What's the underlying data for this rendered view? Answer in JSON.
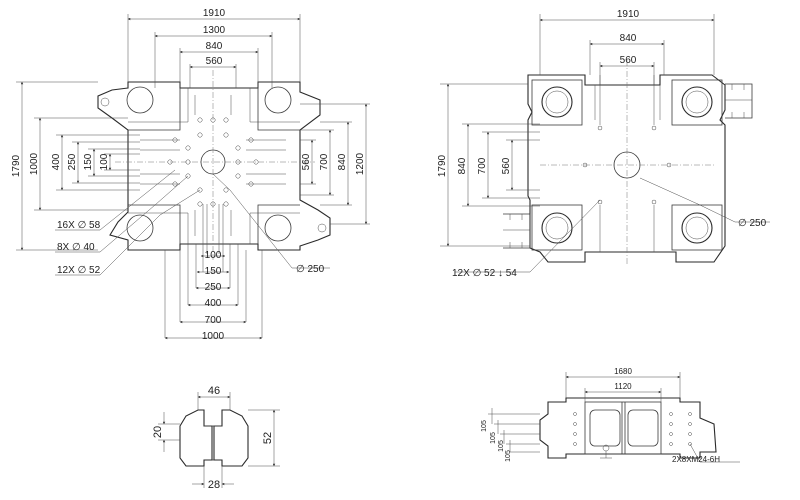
{
  "front_view": {
    "top": [
      "1910",
      "1300",
      "840",
      "560"
    ],
    "left": [
      "1790",
      "1000",
      "400",
      "250",
      "150",
      "100"
    ],
    "right": [
      "560",
      "700",
      "840",
      "1200"
    ],
    "bottom": [
      "100",
      "150",
      "250",
      "400",
      "700",
      "1000"
    ],
    "callouts": [
      "16X ∅ 58",
      "8X ∅ 40",
      "12X ∅ 52",
      "∅ 250"
    ]
  },
  "rear_view": {
    "top": [
      "1910",
      "840",
      "560"
    ],
    "left": [
      "1790",
      "840",
      "700",
      "560"
    ],
    "callouts": [
      "∅ 250",
      "12X ∅ 52 ↓ 54"
    ]
  },
  "slot_detail": {
    "dims": [
      "46",
      "20",
      "52",
      "28"
    ]
  },
  "side_view": {
    "top": [
      "1680",
      "1120"
    ],
    "left": [
      "105",
      "105",
      "105",
      "105"
    ],
    "callout": "2X8XM24-6H"
  }
}
